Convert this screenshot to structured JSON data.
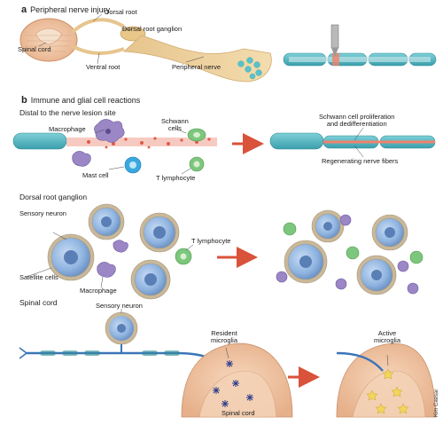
{
  "panel_a": {
    "letter": "a",
    "title": "Peripheral nerve injury",
    "labels": {
      "dorsal_root": "Dorsal root",
      "dorsal_root_ganglion": "Dorsal root ganglion",
      "spinal_cord": "Spinal cord",
      "ventral_root": "Ventral root",
      "peripheral_nerve": "Peripheral nerve"
    }
  },
  "panel_b": {
    "letter": "b",
    "title": "Immune and glial cell reactions",
    "distal": {
      "heading": "Distal to the nerve lesion site",
      "macrophage": "Macrophage",
      "schwann_cells": "Schwann\ncells",
      "mast_cell": "Mast cell",
      "t_lymphocyte": "T lymphocyte",
      "schwann_prolif": "Schwann cell proliferation\nand dedifferentiation",
      "regenerating": "Regenerating nerve fibers"
    },
    "drg": {
      "heading": "Dorsal root ganglion",
      "sensory_neuron": "Sensory neuron",
      "t_lymphocyte": "T lymphocyte",
      "satellite_cells": "Satellite cells",
      "macrophage": "Macrophage"
    },
    "spinal": {
      "heading": "Spinal cord",
      "sensory_neuron": "Sensory neuron",
      "resident_microglia": "Resident\nmicroglia",
      "active_microglia": "Active\nmicroglia",
      "spinal_cord": "Spinal cord"
    }
  },
  "credit": "Kim Caesar",
  "colors": {
    "axon_teal": "#4fb8c4",
    "nerve_tan": "#e8c890",
    "neuron_blue": "#8fb4e0",
    "satellite_tan": "#c9b89a",
    "macrophage_purple": "#9b86c6",
    "t_cell_green": "#7dc67d",
    "arrow_red": "#d9523a",
    "spinal_peach": "#f0c8a6"
  }
}
